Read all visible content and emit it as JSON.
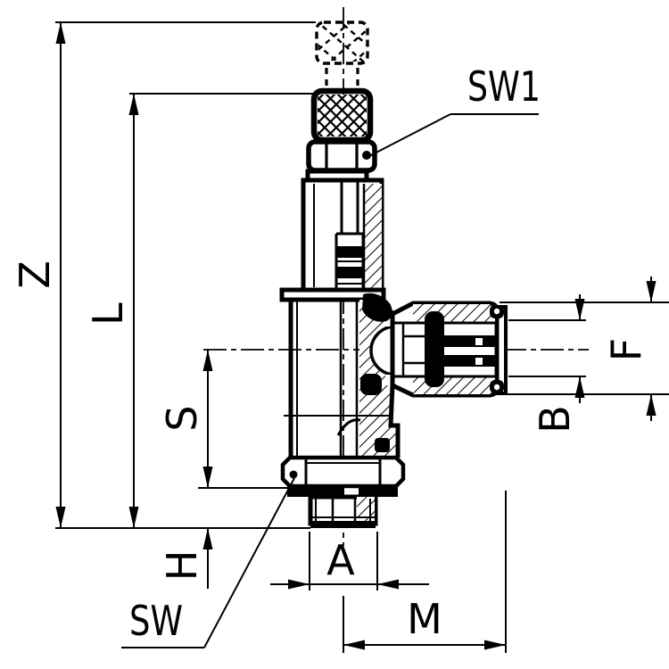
{
  "drawing": {
    "kind": "technical-cross-section",
    "subject": "pneumatic flow-control fitting, half-section elevation",
    "ink_color": "#000000",
    "background_color": "#ffffff"
  },
  "labels": {
    "z": "Z",
    "l": "L",
    "s": "S",
    "h": "H",
    "sw": "SW",
    "a": "A",
    "m": "M",
    "sw1": "SW1",
    "f": "F",
    "b": "B"
  }
}
